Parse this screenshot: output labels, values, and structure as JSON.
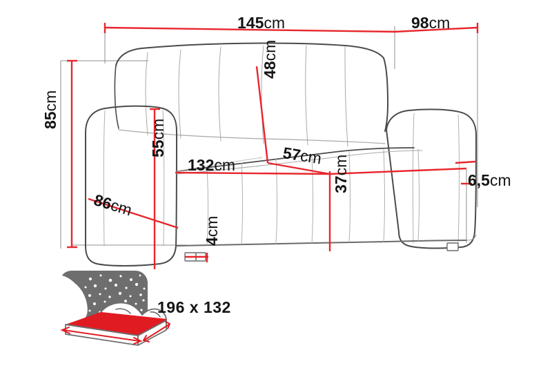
{
  "drawing": {
    "type": "furniture-dimension-diagram",
    "product": "sofa-bed",
    "colors": {
      "dimension_line": "#e8262c",
      "extension_line": "#8c8c8c",
      "outline": "#4a4a4a",
      "outline_light": "#9a9a9a",
      "label_text": "#141414",
      "icon_gray": "#6e6e6e",
      "icon_red": "#e11b22",
      "background": "#ffffff"
    }
  },
  "dimensions": {
    "width_total": {
      "value": "145",
      "unit": "cm",
      "label": "145cm"
    },
    "depth_total": {
      "value": "98",
      "unit": "cm",
      "label": "98cm"
    },
    "height_total": {
      "value": "85",
      "unit": "cm",
      "label": "85cm"
    },
    "armrest_height": {
      "value": "55",
      "unit": "cm",
      "label": "55cm"
    },
    "depth_diagonal": {
      "value": "86",
      "unit": "cm",
      "label": "86cm"
    },
    "backrest_height": {
      "value": "48",
      "unit": "cm",
      "label": "48cm"
    },
    "seat_depth": {
      "value": "57",
      "unit": "cm",
      "label": "57cm"
    },
    "seat_width": {
      "value": "132",
      "unit": "cm",
      "label": "132cm"
    },
    "seat_height": {
      "value": "37",
      "unit": "cm",
      "label": "37cm"
    },
    "leg_height": {
      "value": "4",
      "unit": "cm",
      "label": "4cm"
    },
    "side_thickness": {
      "value": "6,5",
      "unit": "cm",
      "label": "6,5cm"
    }
  },
  "bed_icon": {
    "name": "sleeping-bed-icon",
    "size_label": "196 x 132",
    "sleeping_area": {
      "length": "196",
      "width": "132"
    }
  }
}
